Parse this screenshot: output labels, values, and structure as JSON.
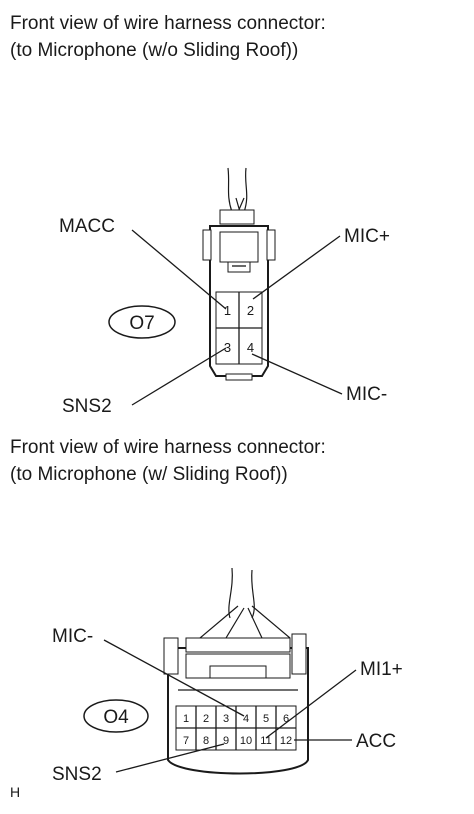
{
  "captions": {
    "connector_o7": {
      "line1": "Front view of wire harness connector:",
      "line2": "(to Microphone (w/o Sliding Roof))"
    },
    "connector_o4": {
      "line1": "Front view of wire harness connector:",
      "line2": "(to Microphone (w/ Sliding Roof))"
    }
  },
  "connector_o7": {
    "id": "O7",
    "pins": [
      "1",
      "2",
      "3",
      "4"
    ],
    "labels": {
      "pin1": "MACC",
      "pin2": "MIC+",
      "pin3": "SNS2",
      "pin4": "MIC-"
    }
  },
  "connector_o4": {
    "id": "O4",
    "pins_top": [
      "1",
      "2",
      "3",
      "4",
      "5",
      "6"
    ],
    "pins_bottom": [
      "7",
      "8",
      "9",
      "10",
      "11",
      "12"
    ],
    "labels": {
      "pin4": "MIC-",
      "pin11": "MI1+",
      "pin12": "ACC",
      "pin9": "SNS2"
    }
  },
  "footer_mark": "H"
}
